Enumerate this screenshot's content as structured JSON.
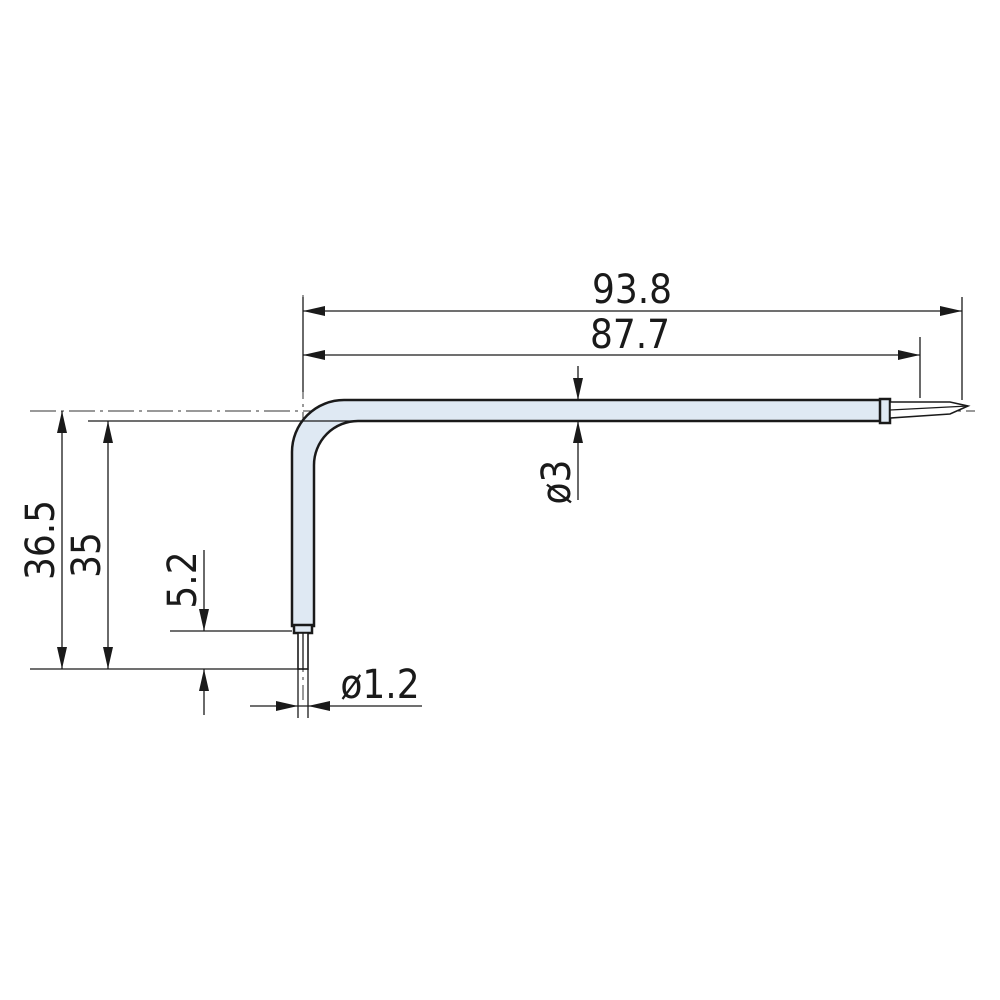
{
  "drawing": {
    "dimensions": {
      "overall_length": "93.8",
      "shaft_length": "87.7",
      "shaft_diameter": "ø3",
      "overall_height": "36.5",
      "shaft_height": "35",
      "tip_length": "5.2",
      "tip_diameter": "ø1.2"
    },
    "colors": {
      "part_fill": "#dfe9f3",
      "outline": "#1a1a1a"
    }
  }
}
